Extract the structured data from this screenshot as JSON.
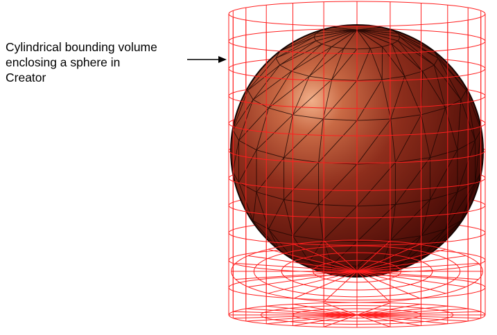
{
  "caption": {
    "lines": [
      "Cylindrical bounding volume",
      "enclosing a sphere in",
      "Creator"
    ]
  },
  "colors": {
    "background": "#ffffff",
    "cylinder_wire": "#ff1e1e",
    "sphere_dark": "#4a0a06",
    "sphere_mid": "#8e2e1c",
    "sphere_highlight": "#f2b08a",
    "sphere_edges": "#1a0502",
    "arrow": "#000000"
  },
  "icons": {
    "pointer": "arrow-right-icon"
  }
}
